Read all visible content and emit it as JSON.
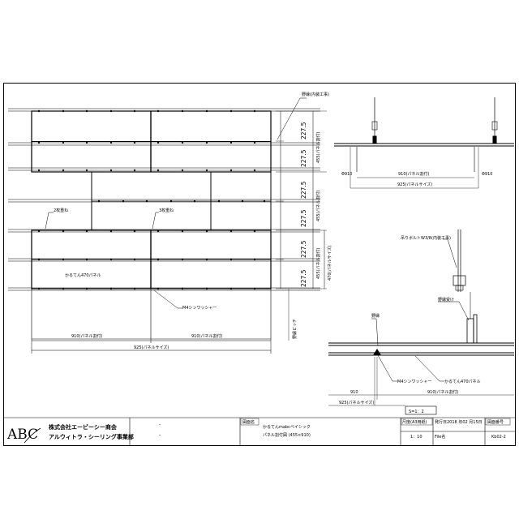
{
  "plan": {
    "label_wire": "野縁(内装工事)",
    "label_2layer": "2枚重ね",
    "label_3layer": "3枚重ね",
    "label_panel": "かるてん470パネル",
    "label_washer": "M4シンワッシャー",
    "label_pitch": "野縁ピッチ",
    "dim_cut_1": "910(パネル割付)",
    "dim_cut_2": "910(パネル割付)",
    "dim_size": "925(パネルサイズ)",
    "dim_2275": "227.5",
    "dim_455_cut": "455(パネル割付)",
    "dim_470_size": "470(パネルサイズ)"
  },
  "section_top": {
    "phi_left": "Φ910",
    "phi_right": "Φ910",
    "dim_cut": "910(パネル割付)",
    "dim_size": "925(パネルサイズ)"
  },
  "section_bottom": {
    "label_bolt": "吊りボルトW3/8(内装工事)",
    "label_hanger": "野縁受け",
    "label_wire": "野縁",
    "label_washer": "M4シンワッシャー",
    "label_panel": "かるてん470パネル",
    "dim_910": "910",
    "dim_cut": "910(パネル割付)",
    "dim_size": "925(パネルサイズ)"
  },
  "scale": "S=1：2",
  "title_block": {
    "logo": "ABC",
    "company_1": "株式会社エービーシー商会",
    "company_2": "アルウィトラ・シーリング事業部",
    "dash_1": "-",
    "dash_2": "-",
    "drawing_name_label": "図面名",
    "drawing_name_1": "かるてんmabcベイシック",
    "drawing_name_2": "パネル割付図 (455×910)",
    "scale_label": "尺度(A3用紙)",
    "scale_value": "1：10",
    "date_label": "発行日2018 年02 月15日",
    "file_label": "File名",
    "no_label": "図面番号",
    "no_value": "Kb02-2"
  }
}
